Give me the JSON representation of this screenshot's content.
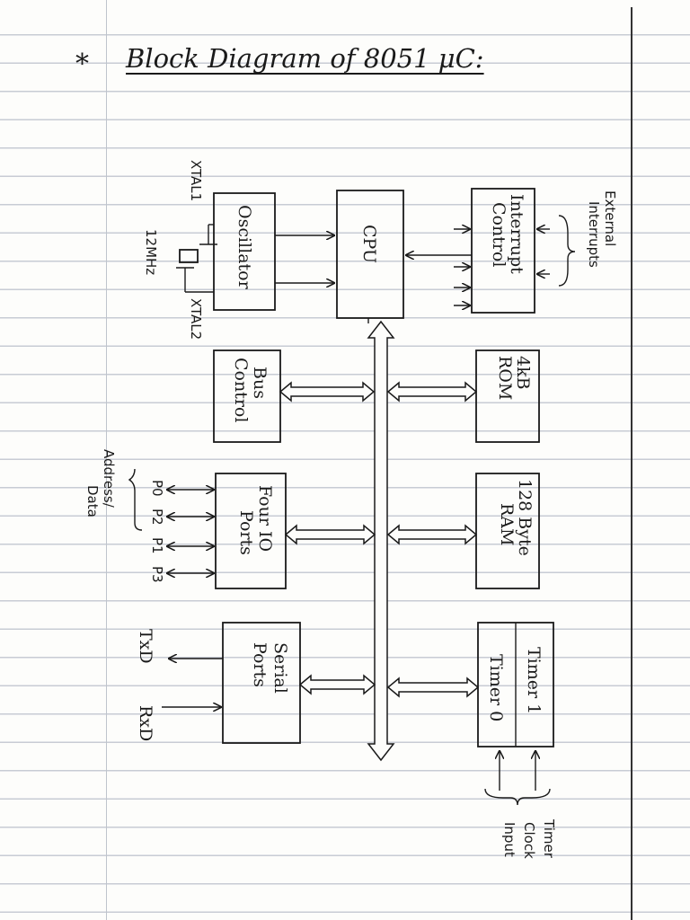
{
  "title": "Block Diagram of 8051 μC:",
  "bullet": "*",
  "blocks": {
    "oscillator": "Oscillator",
    "cpu": "CPU",
    "interrupt_control": [
      "Interrupt",
      "Control"
    ],
    "bus_control": [
      "Bus",
      "Control"
    ],
    "rom": [
      "4kB",
      "ROM"
    ],
    "io_ports": [
      "Four IO",
      "Ports"
    ],
    "ram": [
      "128 Byte",
      "RAM"
    ],
    "serial_ports": [
      "Serial",
      "Ports"
    ],
    "timer1": "Timer 1",
    "timer0": "Timer 0"
  },
  "labels": {
    "xtal1": "XTAL1",
    "xtal2": "XTAL2",
    "crystal": "12MHz",
    "external_interrupts": [
      "External",
      "Interrupts"
    ],
    "address_data": [
      "Address/",
      "Data"
    ],
    "p0": "P0",
    "p2": "P2",
    "p1": "P1",
    "p3": "P3",
    "txd": "TxD",
    "rxd": "RxD",
    "timer_clock_input": [
      "Timer",
      "Clock",
      "Input"
    ]
  }
}
